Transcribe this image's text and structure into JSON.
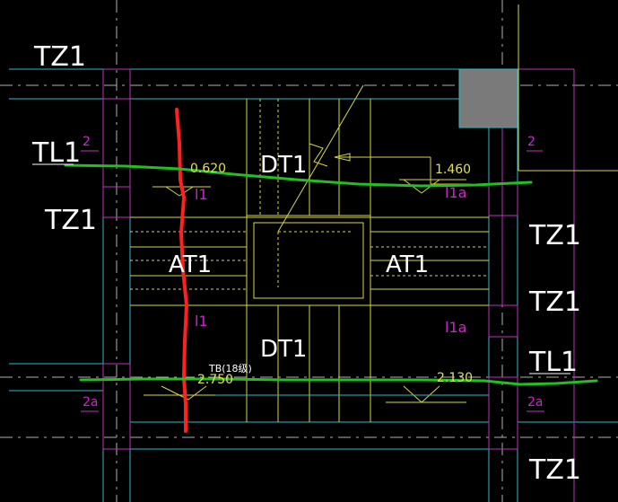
{
  "drawing": {
    "background": "#000000",
    "colors": {
      "cyan": "#2fb8c8",
      "magenta": "#c030c0",
      "yellow": "#d8d840",
      "white": "#ffffff",
      "gray_fill": "#7a7a7a",
      "annotation_red": "#ff2020",
      "annotation_green": "#20c020",
      "dashed_axis": "#b0b0b0"
    },
    "labels": {
      "tz1_top_left": "TZ1",
      "tl1_left": "TL1",
      "tl1_left_sub": "2",
      "tz1_mid_left": "TZ1",
      "label_2_right_top": "2",
      "dt1_upper": "DT1",
      "elev_0620": "0.620",
      "elev_1460": "1.460",
      "l1_upper": "l1",
      "l1a_upper": "l1a",
      "tz1_right_1": "TZ1",
      "at1_left": "AT1",
      "at1_right": "AT1",
      "tz1_right_2": "TZ1",
      "l1_lower": "l1",
      "l1a_lower": "l1a",
      "dt1_lower": "DT1",
      "tl1_right": "TL1",
      "elev_2750": "2.750",
      "tb_note": "TB(18级)",
      "elev_2130": "2.130",
      "label_2a_left": "2a",
      "label_2a_right": "2a",
      "tz1_right_3": "TZ1"
    }
  }
}
